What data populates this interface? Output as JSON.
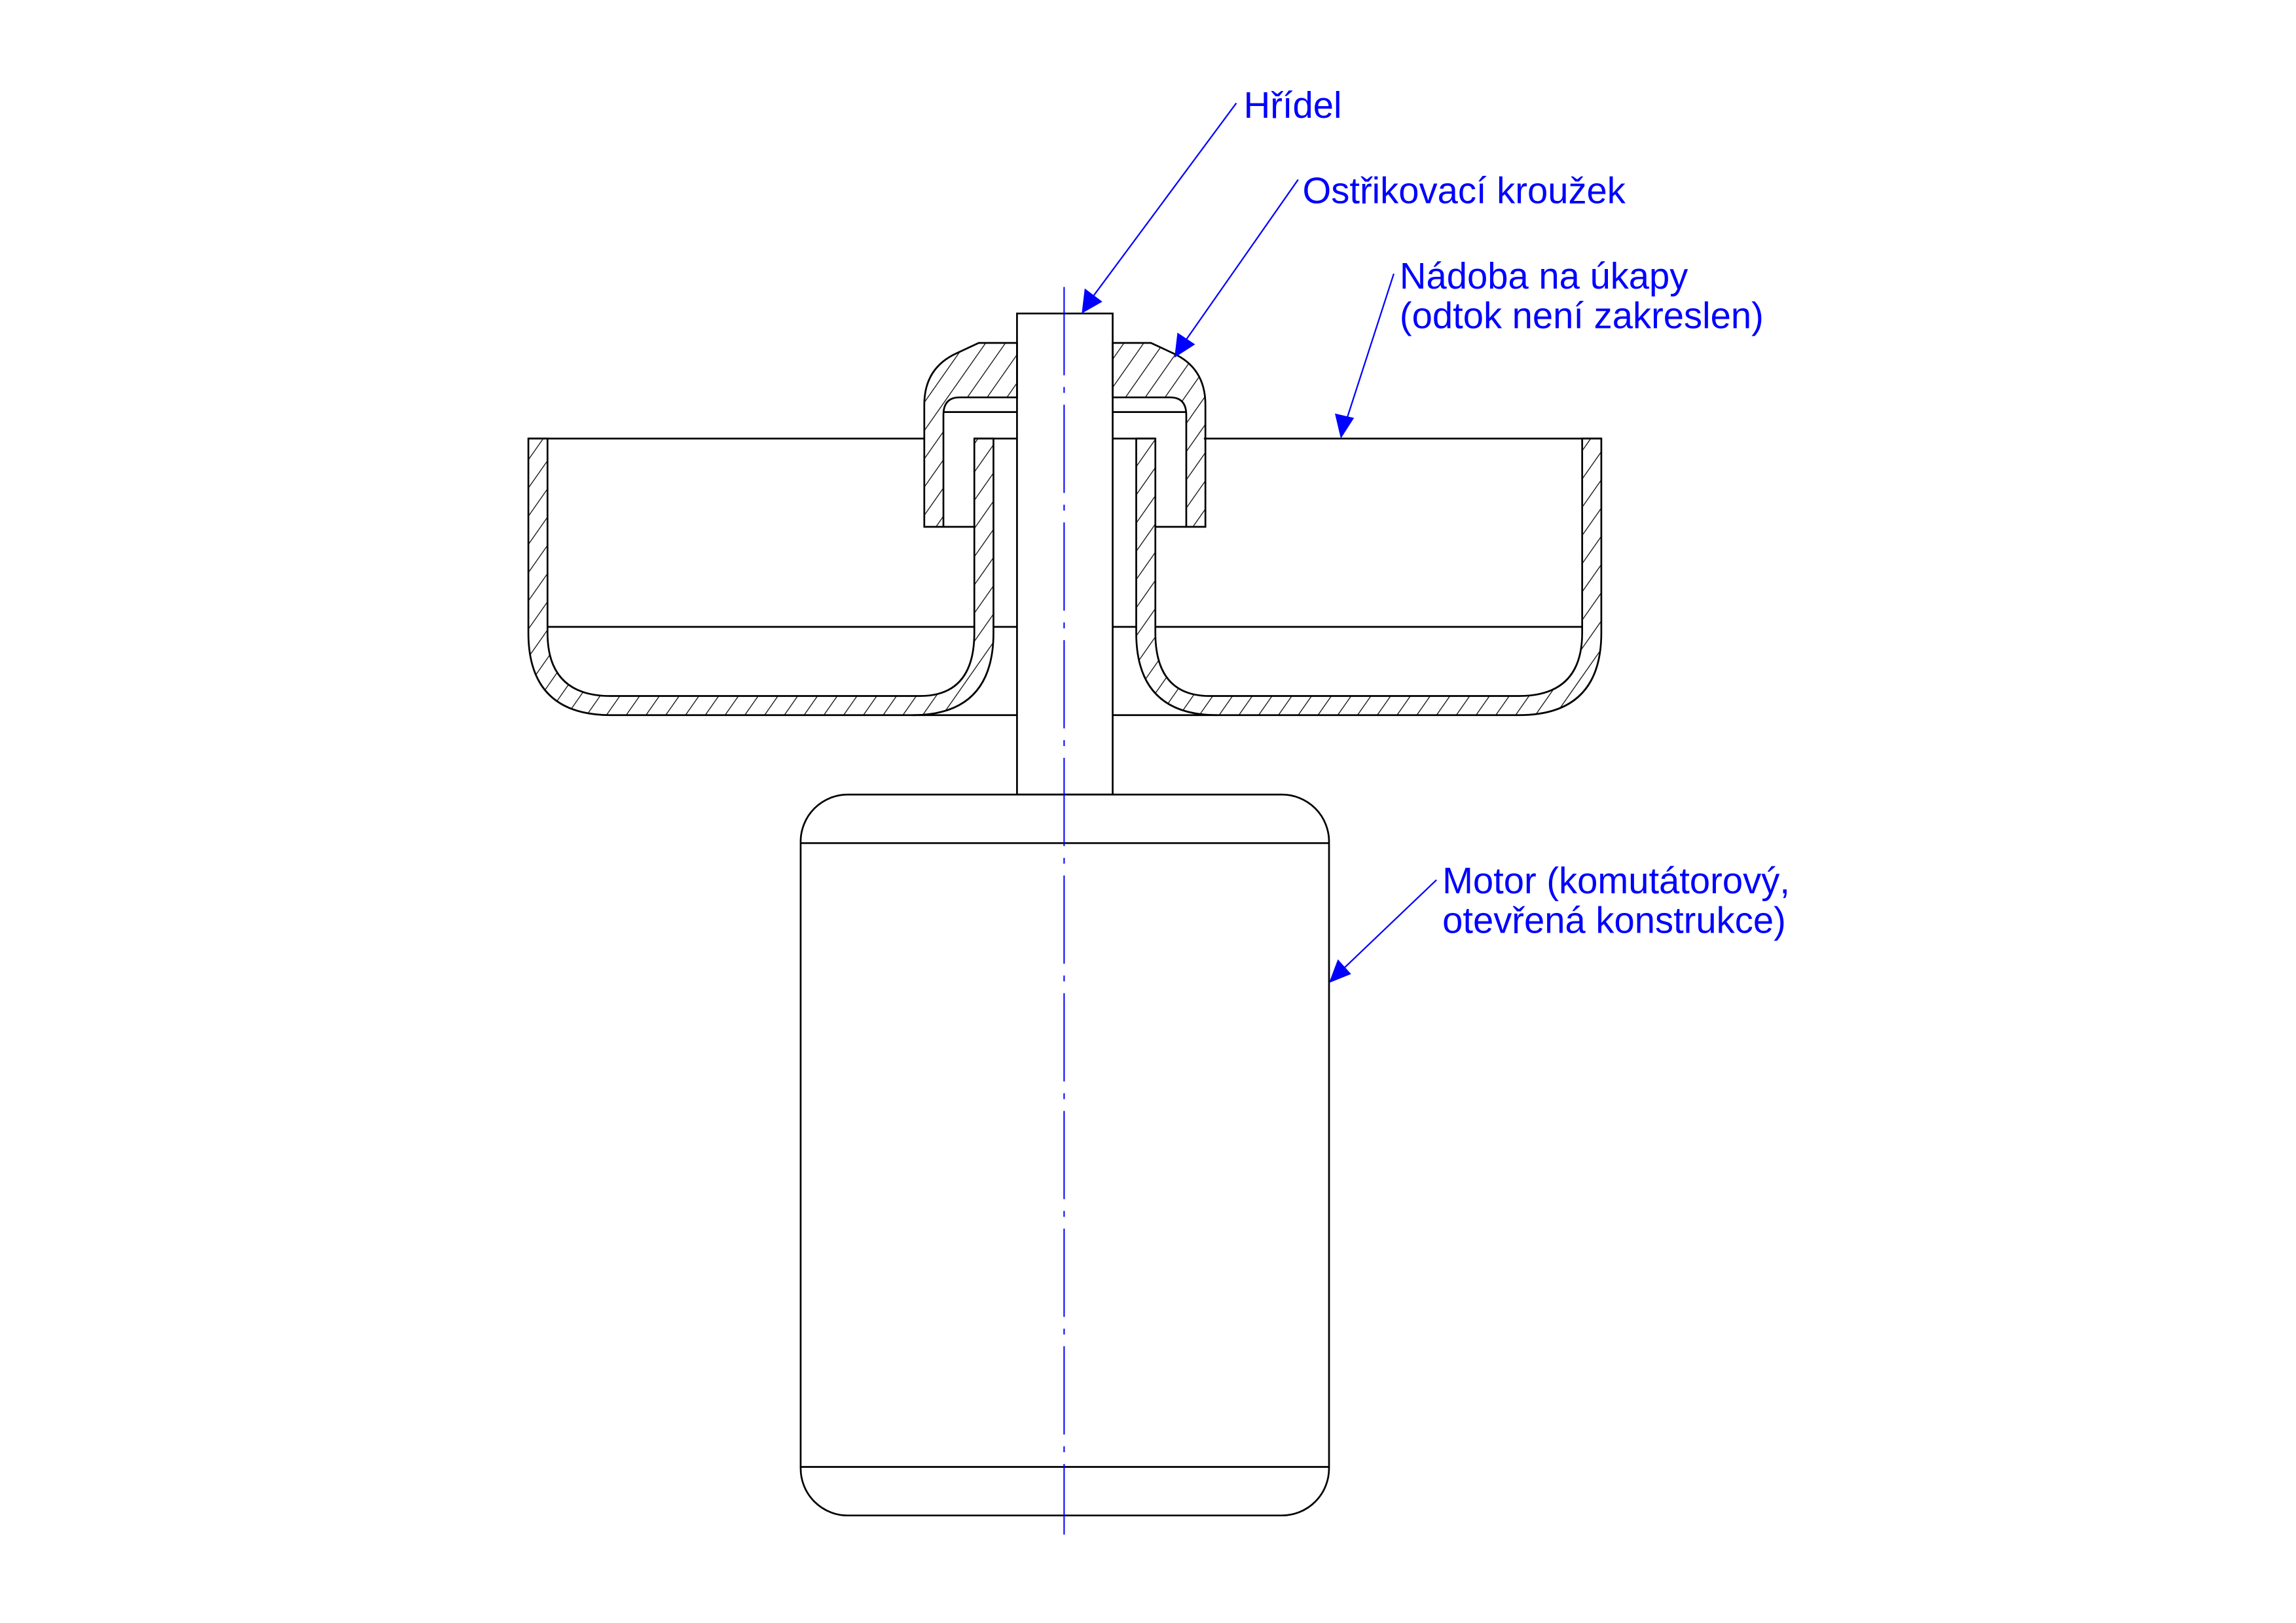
{
  "diagram": {
    "colors": {
      "outline": "#000000",
      "annotation": "#0000ff",
      "background": "#ffffff"
    },
    "labels": {
      "shaft": "Hřídel",
      "splash_ring": "Ostřikovací kroužek",
      "drip_tray_line1": "Nádoba na úkapy",
      "drip_tray_line2": "(odtok není zakreslen)",
      "motor_line1": "Motor (komutátorový,",
      "motor_line2": "otevřená konstrukce)"
    }
  }
}
